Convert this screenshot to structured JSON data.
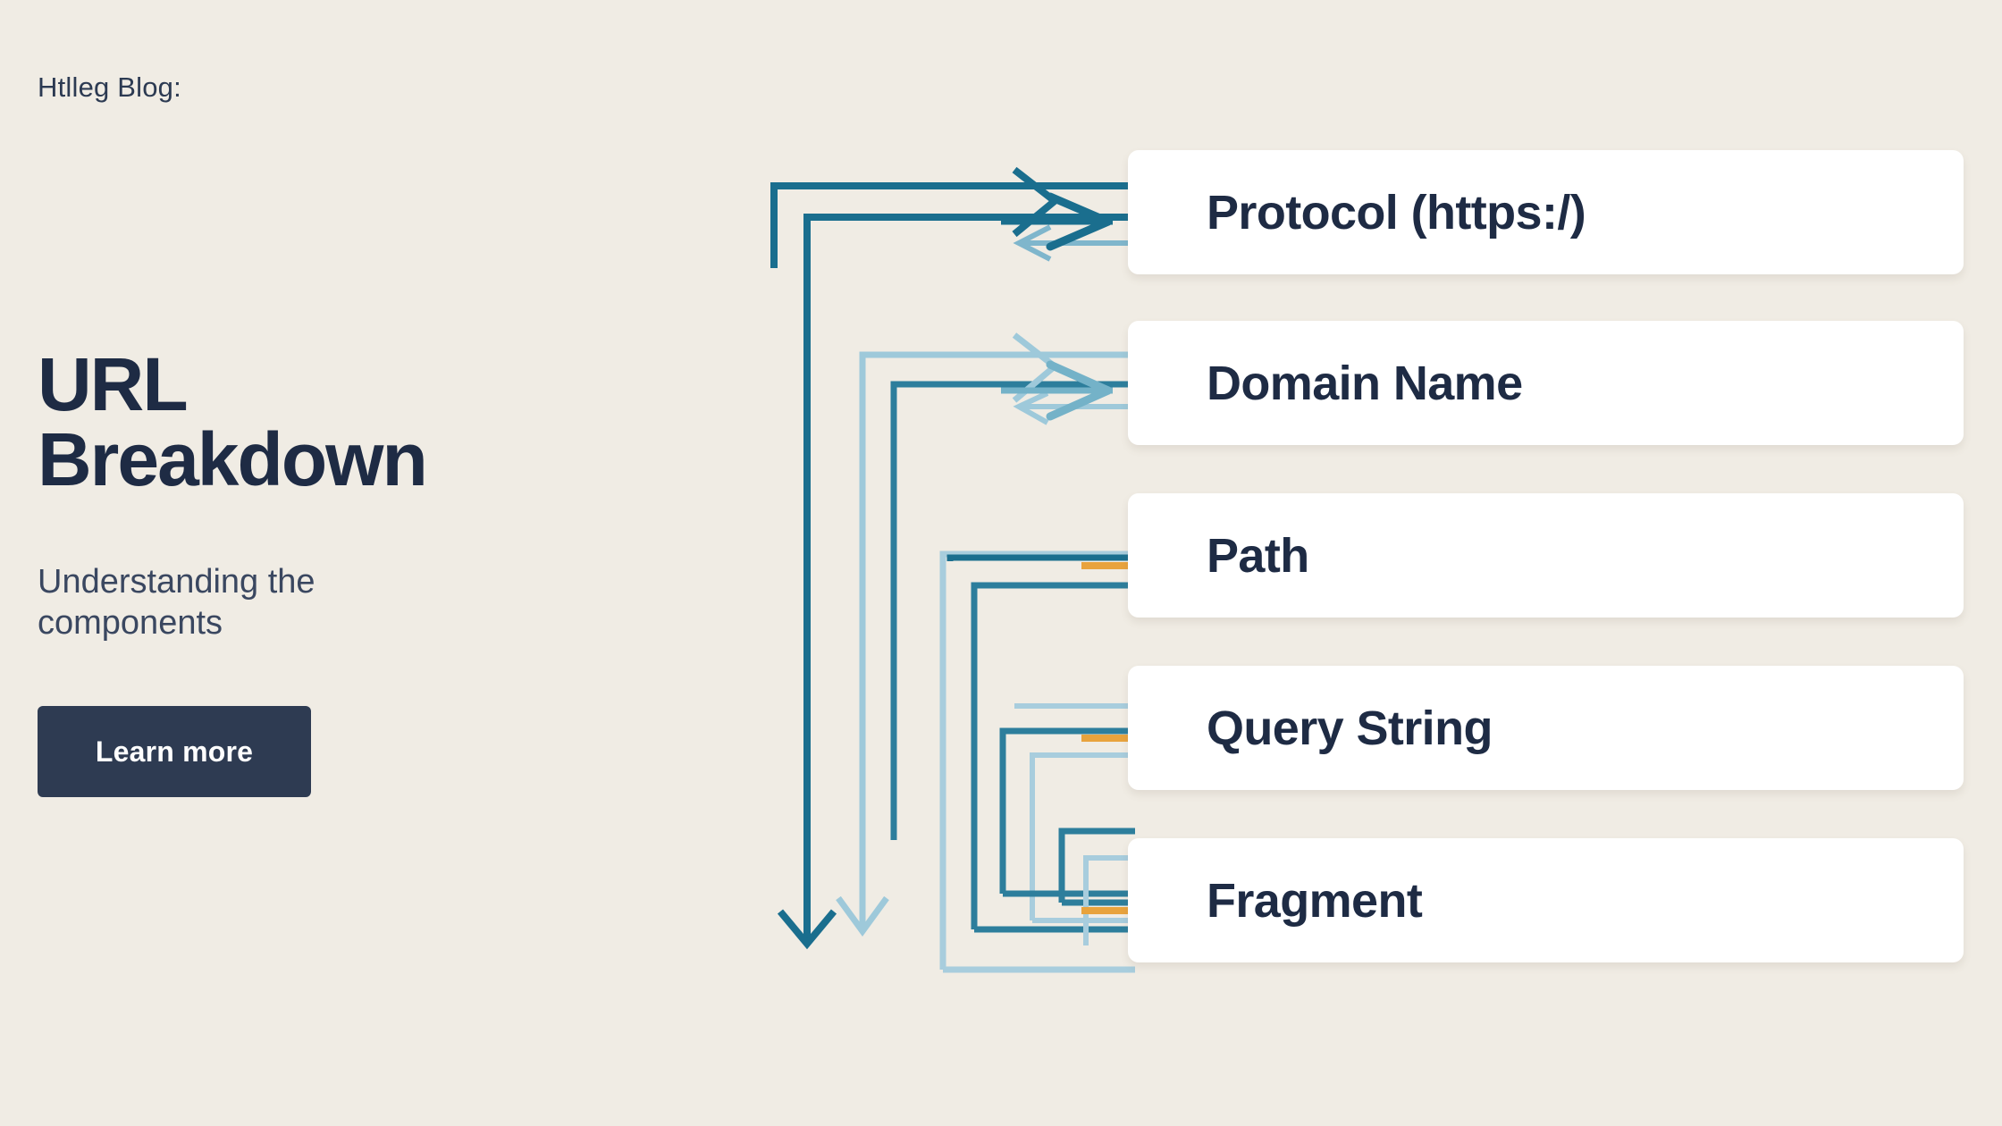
{
  "brand": {
    "label": "Htlleg Blog:"
  },
  "hero": {
    "title_line1": "URL",
    "title_line2": "Breakdown",
    "subtitle": "Understanding the components",
    "cta_label": "Learn more"
  },
  "colors": {
    "background": "#f0ece4",
    "card": "#ffffff",
    "ink": "#1e2b44",
    "cta_bg": "#2e3b52",
    "wire_teal_dark": "#1a6e8e",
    "wire_teal_mid": "#4e9ab4",
    "wire_teal_light": "#a8cddd",
    "arrow_orange": "#e8a33d"
  },
  "diagram": {
    "type": "flow",
    "title": "URL Breakdown",
    "items": [
      {
        "label": "Protocol (https:/)",
        "arrow_color": "#1a6e8e",
        "arrow_icon": "chevron-right-icon"
      },
      {
        "label": "Domain Name",
        "arrow_color": "#74b2c8",
        "arrow_icon": "chevron-right-icon"
      },
      {
        "label": "Path",
        "arrow_color": "#e8a33d",
        "arrow_icon": "chevron-right-icon"
      },
      {
        "label": "Query String",
        "arrow_color": "#e8a33d",
        "arrow_icon": "chevron-right-icon"
      },
      {
        "label": "Fragment",
        "arrow_color": "#e8a33d",
        "arrow_icon": "chevron-right-icon"
      }
    ]
  }
}
